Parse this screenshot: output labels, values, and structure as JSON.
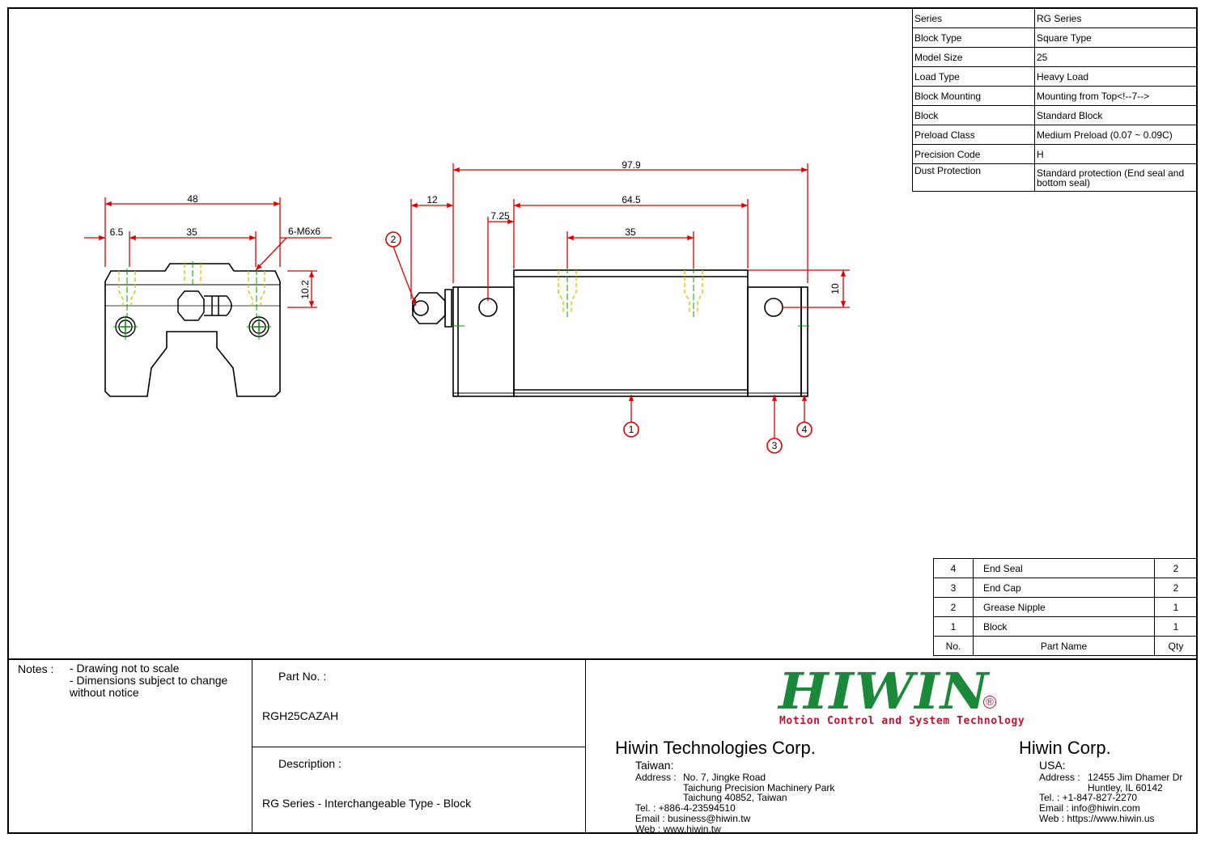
{
  "spec_table": [
    {
      "key": "Series",
      "value": "RG Series"
    },
    {
      "key": "Block Type",
      "value": "Square Type"
    },
    {
      "key": "Model Size",
      "value": "25"
    },
    {
      "key": "Load Type",
      "value": "Heavy Load"
    },
    {
      "key": "Block Mounting",
      "value": "Mounting from Top<!--7-->"
    },
    {
      "key": "Block",
      "value": "Standard Block"
    },
    {
      "key": "Preload Class",
      "value": "Medium Preload (0.07 ~ 0.09C)"
    },
    {
      "key": "Precision Code",
      "value": "H"
    },
    {
      "key": "Dust Protection",
      "value": "Standard protection (End seal and bottom seal)"
    }
  ],
  "parts_table": {
    "rows": [
      {
        "no": "4",
        "name": "End Seal",
        "qty": "2"
      },
      {
        "no": "3",
        "name": "End Cap",
        "qty": "2"
      },
      {
        "no": "2",
        "name": "Grease Nipple",
        "qty": "1"
      },
      {
        "no": "1",
        "name": "Block",
        "qty": "1"
      }
    ],
    "header": {
      "no": "No.",
      "name": "Part Name",
      "qty": "Qty"
    }
  },
  "drawing": {
    "front_view": {
      "dim_width": "48",
      "dim_left": "6.5",
      "dim_hole_pitch": "35",
      "thread": "6-M6x6",
      "dim_height": "10.2"
    },
    "side_view": {
      "dim_total_length": "97.9",
      "dim_nipple": "12",
      "dim_offset": "7.25",
      "dim_body": "64.5",
      "dim_hole_pitch": "35",
      "dim_height": "10"
    },
    "balloons": [
      "1",
      "2",
      "3",
      "4"
    ]
  },
  "title_block": {
    "notes_label": "Notes :",
    "notes": [
      "- Drawing not to scale",
      "- Dimensions subject to change",
      "without notice"
    ],
    "part_no_label": "Part No. :",
    "part_no": "RGH25CAZAH",
    "description_label": "Description :",
    "description": "RG Series - Interchangeable Type - Block",
    "logo": "HIWIN",
    "logo_mark": "®",
    "tagline": "Motion Control and System Technology",
    "company_tw": "Hiwin Technologies Corp.",
    "tw_region": "Taiwan:",
    "tw_address_label": "Address :",
    "tw_address": [
      "No. 7, Jingke Road",
      "Taichung Precision Machinery Park",
      "Taichung 40852, Taiwan"
    ],
    "tw_tel": "Tel. : +886-4-23594510",
    "tw_email": "Email : business@hiwin.tw",
    "tw_web": "Web : www.hiwin.tw",
    "company_us": "Hiwin Corp.",
    "us_region": "USA:",
    "us_address_label": "Address :",
    "us_address": [
      "12455 Jim Dhamer Dr",
      "Huntley, IL 60142"
    ],
    "us_tel": "Tel. : +1-847-827-2270",
    "us_email": "Email : info@hiwin.com",
    "us_web": "Web : https://www.hiwin.us"
  },
  "colors": {
    "dimension": "#e00000",
    "hidden_thread": "#c8c800",
    "centerline": "#00a000",
    "logo_green": "#1a8a3a",
    "logo_red": "#c8102e"
  }
}
